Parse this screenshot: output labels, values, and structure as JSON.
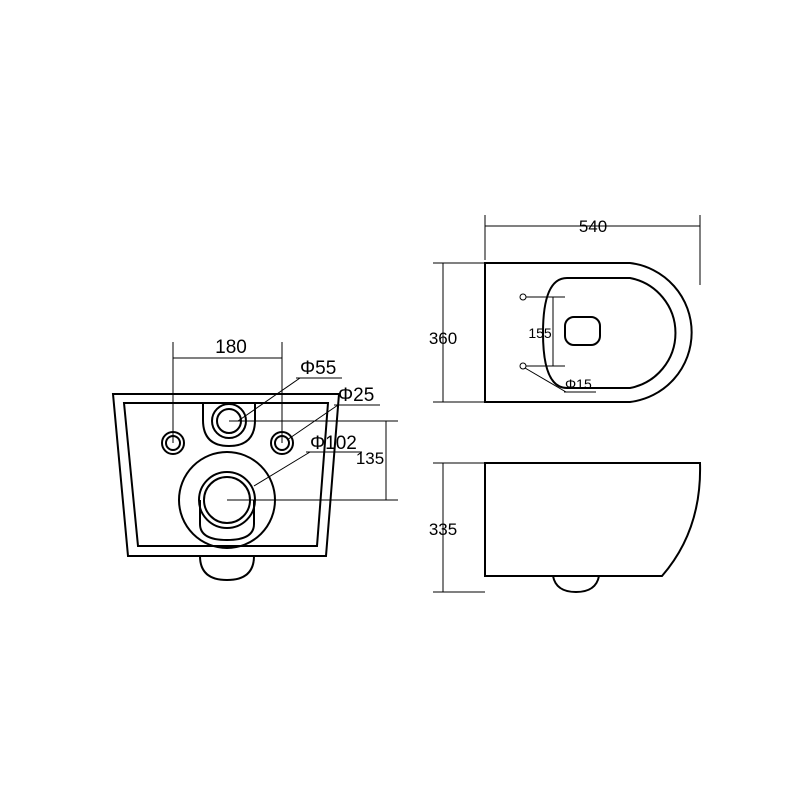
{
  "front_view": {
    "width_dim": "180",
    "outlet_dim": "Φ55",
    "bolt_dim": "Φ25",
    "waste_dim": "Φ102",
    "height_dim": "135"
  },
  "top_view": {
    "length_dim": "540",
    "width_dim": "360",
    "hole_spacing_dim": "155",
    "hole_dim": "Φ15"
  },
  "side_view": {
    "height_dim": "335"
  }
}
